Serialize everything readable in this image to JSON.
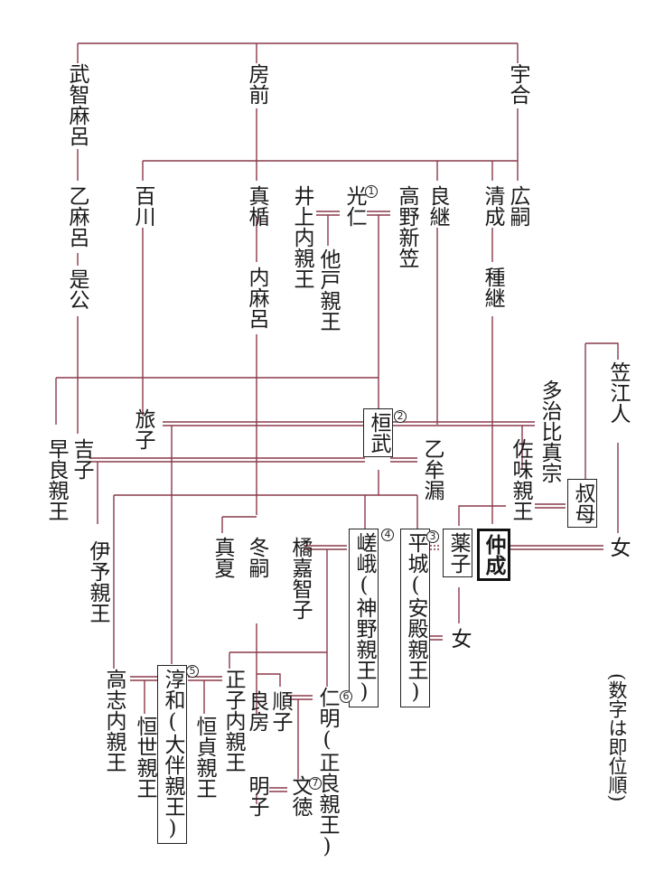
{
  "colors": {
    "line": "#8a3a4a",
    "text": "#1a1a1a"
  },
  "people": {
    "umakai": "宇合",
    "fusasaki": "房前",
    "muchimaro": "武智麻呂",
    "otomaro": "乙麻呂",
    "korekimi": "是公",
    "momokawa": "百川",
    "matate": "真楯",
    "uchimaro": "内麻呂",
    "inoue": "井上内親王",
    "konin": "光仁",
    "osabe": "他戸親王",
    "takano": "高野新笠",
    "yoshitsugu": "良継",
    "kiyonari": "清成",
    "hirotsugu": "広嗣",
    "tanetsugu": "種継",
    "kasa": "笠江人",
    "tabiko": "旅子",
    "kanmu": "桓武",
    "tajihi": "多治比真宗",
    "sawara": "早良親王",
    "yoshiko": "吉子",
    "otomuro": "乙牟漏",
    "samine": "佐味親王",
    "oba": "叔母",
    "iyo": "伊予親王",
    "manatsu": "真夏",
    "fuyutsugu": "冬嗣",
    "tachibana": "橘嘉智子",
    "saga": "嵯峨(神野親王)",
    "heizei": "平城(安殿親王)",
    "kusuko": "薬子",
    "nakanari": "仲成",
    "onna1": "女",
    "onna2": "女",
    "koshi": "高志内親王",
    "junna": "淳和(大伴親王)",
    "masako": "正子内親王",
    "tsuneyo": "恒世親王",
    "tsunesada": "恒貞親王",
    "yoshifusa": "良房",
    "junshi": "順子",
    "ninmyo": "仁明(正良親王)",
    "akirakeiko": "明子",
    "montoku": "文徳"
  },
  "reign_numbers": {
    "konin": "1",
    "kanmu": "2",
    "heizei": "3",
    "saga": "4",
    "junna": "5",
    "ninmyo": "6",
    "montoku": "7"
  },
  "note": "(数字は即位順)"
}
